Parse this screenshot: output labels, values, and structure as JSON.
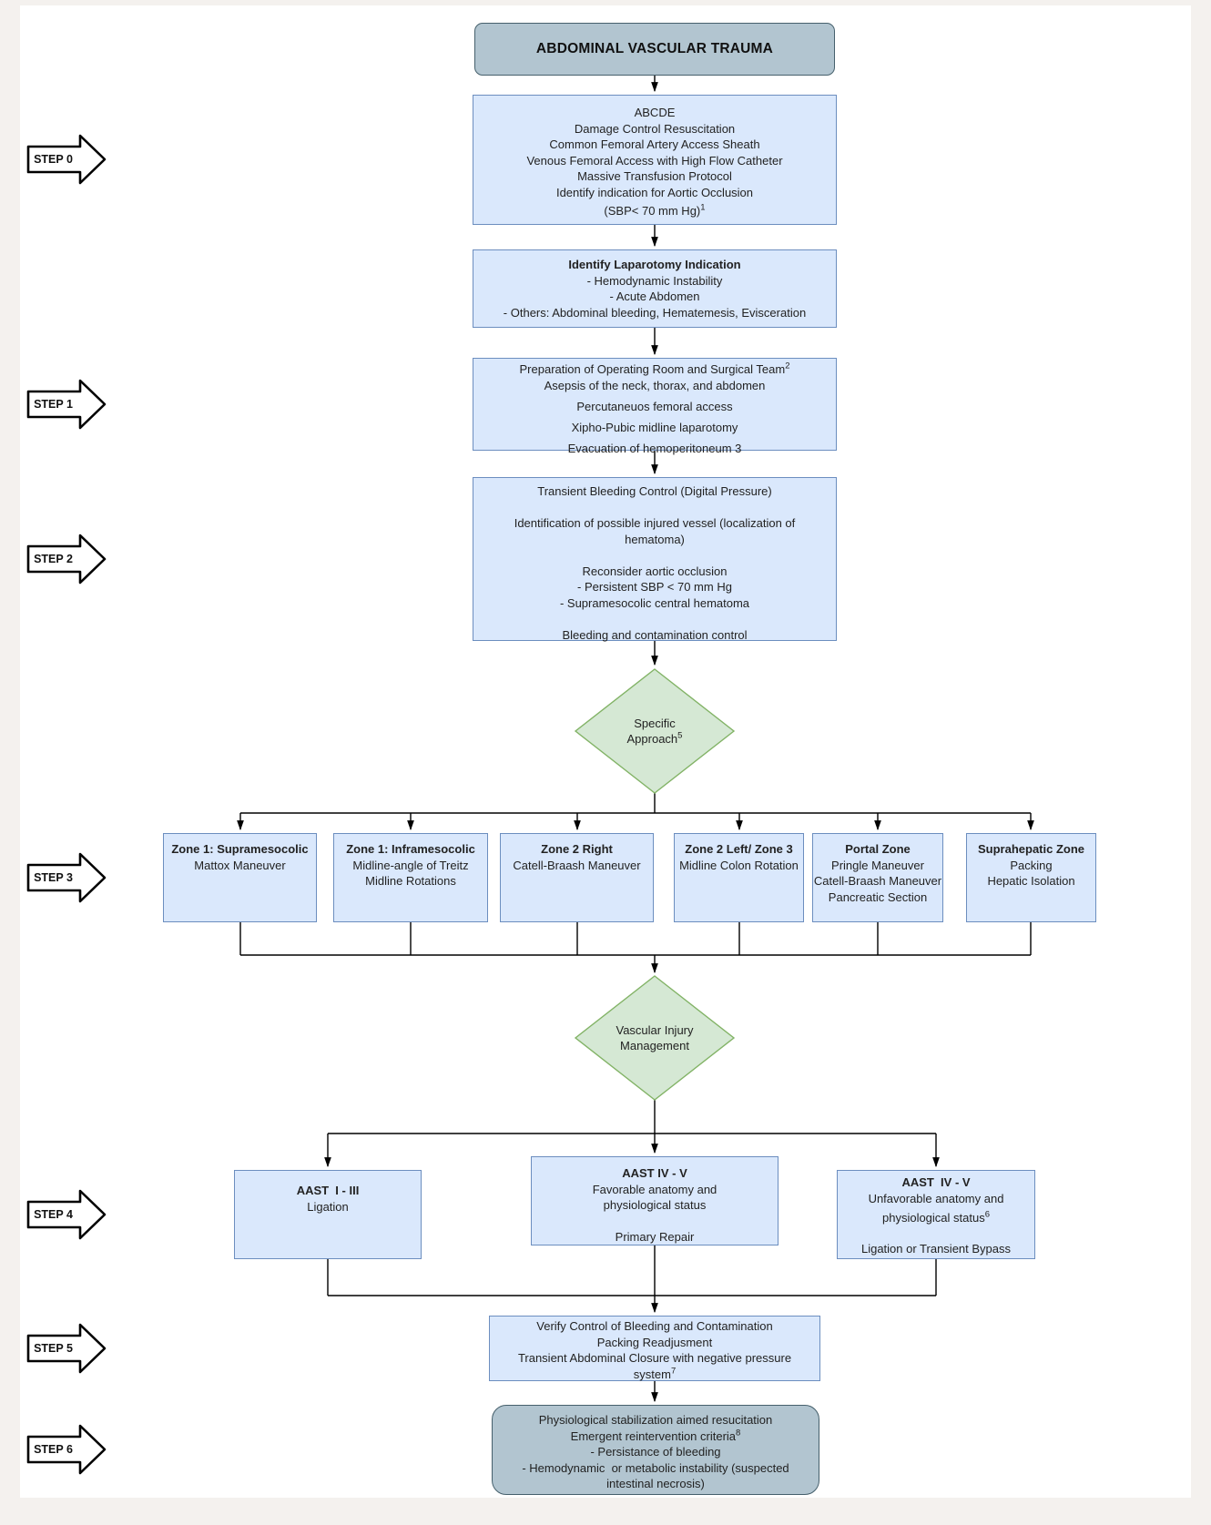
{
  "colors": {
    "node_fill": "#dae8fc",
    "node_border": "#6c8ebf",
    "decision_fill": "#d5e8d4",
    "decision_border": "#82b366",
    "terminal_fill": "#b2c5d0",
    "terminal_border": "#46606c",
    "connector": "#000000"
  },
  "title_node": {
    "label": "ABDOMINAL VASCULAR TRAUMA"
  },
  "step_arrows": [
    "STEP 0",
    "STEP 1",
    "STEP 2",
    "STEP 3",
    "STEP 4",
    "STEP 5",
    "STEP 6"
  ],
  "initial_node": {
    "lines": [
      "ABCDE",
      "Damage Control Resuscitation",
      "Common Femoral Artery Access Sheath",
      "Venous Femoral Access with High Flow Catheter",
      "Massive Transfusion Protocol",
      "Identify indication for Aortic Occlusion"
    ],
    "sbp_line": "(SBP< 70 mm Hg)",
    "sbp_sup": "1"
  },
  "laparotomy_node": {
    "title": "Identify Laparotomy Indication",
    "lines": [
      "- Hemodynamic Instability",
      "- Acute Abdomen",
      "- Others: Abdominal bleeding, Hematemesis, Evisceration"
    ]
  },
  "preparation_node": {
    "team_line": "Preparation of Operating Room and Surgical Team",
    "team_sup": "2",
    "lines": [
      "Asepsis of the neck, thorax, and abdomen",
      "Percutaneuos femoral access",
      "Xipho-Pubic midline laparotomy",
      "Evacuation of hemoperitoneum 3"
    ]
  },
  "bleeding_control_node": {
    "line1": "Transient Bleeding Control (Digital Pressure)",
    "line2a": "Identification of possible injured vessel (localization of",
    "line2b": "hematoma)",
    "line3": "Reconsider aortic occlusion",
    "line4": "- Persistent SBP < 70 mm Hg",
    "line5": "- Supramesocolic central hematoma",
    "line6": "Bleeding and contamination control"
  },
  "specific_approach_decision": {
    "line1": "Specific",
    "line2": "Approach",
    "sup": "5"
  },
  "zones": [
    {
      "title": "Zone 1: Supramesocolic",
      "lines": [
        "Mattox Maneuver"
      ]
    },
    {
      "title": "Zone 1: Inframesocolic",
      "lines": [
        "Midline-angle of Treitz",
        "Midline Rotations"
      ]
    },
    {
      "title": "Zone 2 Right",
      "lines": [
        "Catell-Braash Maneuver"
      ]
    },
    {
      "title": "Zone 2 Left/ Zone 3",
      "lines": [
        "Midline Colon Rotation"
      ]
    },
    {
      "title": "Portal Zone",
      "lines": [
        "Pringle Maneuver",
        "Catell-Braash Maneuver",
        "Pancreatic Section"
      ]
    },
    {
      "title": "Suprahepatic Zone",
      "lines": [
        "Packing",
        "Hepatic Isolation"
      ]
    }
  ],
  "vascular_injury_decision": {
    "line1": "Vascular Injury",
    "line2": "Management"
  },
  "aast_nodes": {
    "grade_1_3": {
      "title": "AAST  I - III",
      "action": "Ligation"
    },
    "grade_4_5_favorable": {
      "title": "AAST IV - V",
      "line1": "Favorable anatomy and",
      "line2": "physiological status",
      "action": "Primary Repair"
    },
    "grade_4_5_unfavorable": {
      "title": "AAST  IV - V",
      "line1": "Unfavorable anatomy and",
      "line2": "physiological status",
      "line2_sup": "6",
      "action": "Ligation or Transient Bypass"
    }
  },
  "verification_node": {
    "line1": "Verify Control of Bleeding and Contamination",
    "line2": "Packing Readjusment",
    "line3": "Transient Abdominal Closure with negative pressure",
    "line4": "system",
    "line4_sup": "7"
  },
  "final_node": {
    "line1": "Physiological stabilization aimed resucitation",
    "line2": "Emergent reintervention criteria",
    "line2_sup": "8",
    "line3": "- Persistance of bleeding",
    "line4": "- Hemodynamic  or metabolic instability (suspected",
    "line5": "intestinal necrosis)"
  }
}
